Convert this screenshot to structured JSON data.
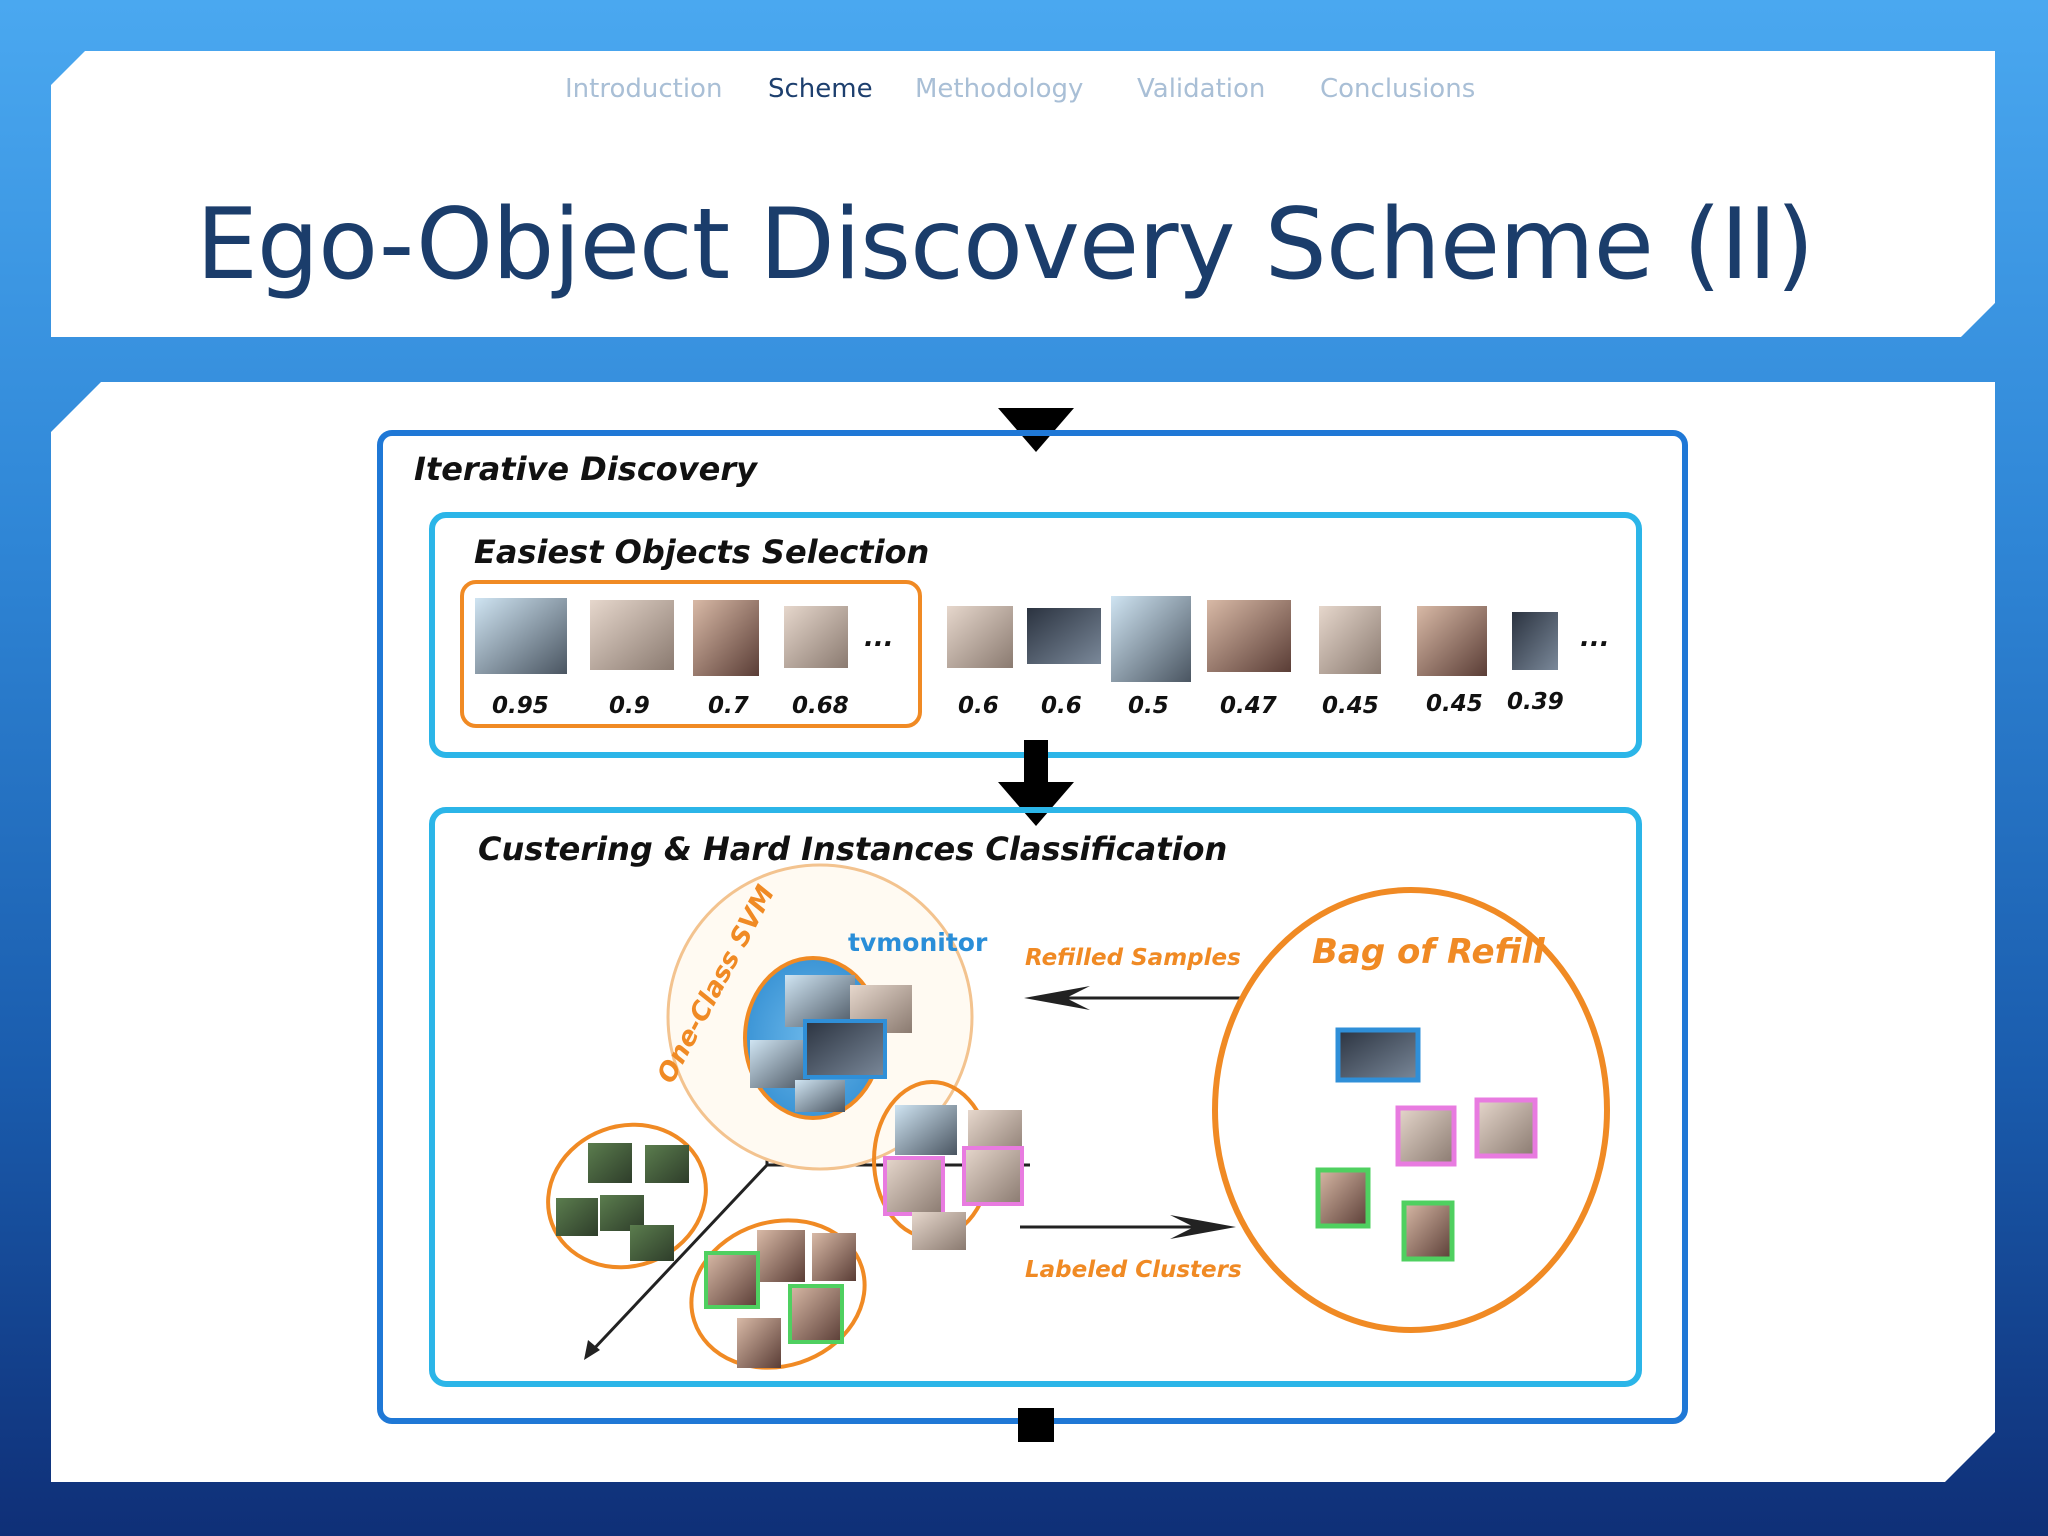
{
  "nav": {
    "items": [
      "Introduction",
      "Scheme",
      "Methodology",
      "Validation",
      "Conclusions"
    ],
    "active": "Scheme"
  },
  "title": "Ego-Object Discovery Scheme (II)",
  "diagram": {
    "outer_title": "Iterative Discovery",
    "selection": {
      "title": "Easiest Objects Selection",
      "selected_scores": [
        "0.95",
        "0.9",
        "0.7",
        "0.68"
      ],
      "other_scores": [
        "0.6",
        "0.6",
        "0.5",
        "0.47",
        "0.45",
        "0.45",
        "0.39"
      ],
      "ellipsis": "..."
    },
    "clustering": {
      "title": "Custering & Hard Instances Classification",
      "svm_label": "One-Class SVM",
      "class_label": "tvmonitor",
      "refilled_label": "Refilled Samples",
      "labeled_label": "Labeled Clusters",
      "bag_label": "Bag of Refill"
    },
    "colors": {
      "outer_border": "#1f78d6",
      "inner_border": "#2bb5e8",
      "orange": "#f08a24",
      "blue_box": "#2f8fd8",
      "pink_box": "#e87be0",
      "green_box": "#4fd060",
      "class_blue": "#2a8ed8"
    }
  }
}
